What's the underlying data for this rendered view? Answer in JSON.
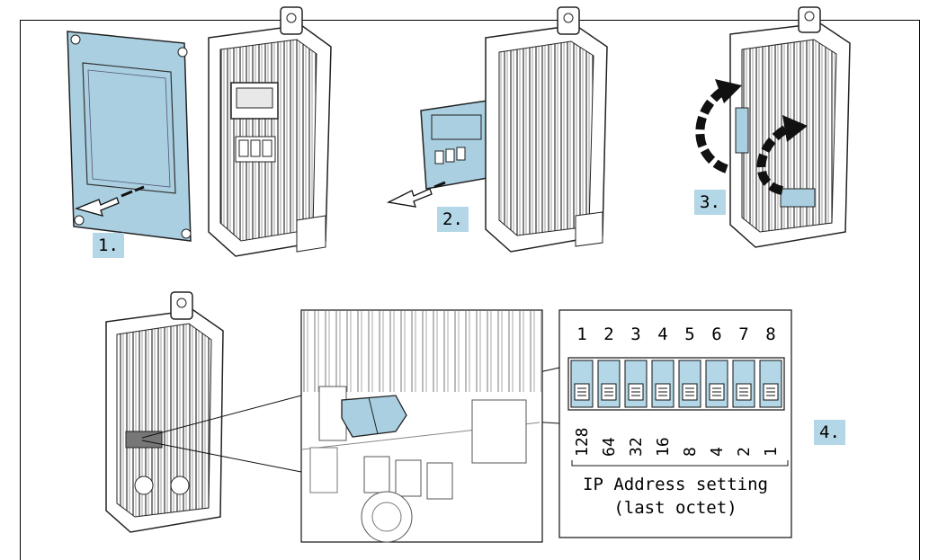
{
  "steps": {
    "s1": "1.",
    "s2": "2.",
    "s3": "3.",
    "s4": "4."
  },
  "dip_switch": {
    "positions": [
      "1",
      "2",
      "3",
      "4",
      "5",
      "6",
      "7",
      "8"
    ],
    "weights": [
      "128",
      "64",
      "32",
      "16",
      "8",
      "4",
      "2",
      "1"
    ],
    "caption_line1": "IP Address setting",
    "caption_line2": "(last octet)"
  },
  "colors": {
    "accent_blue": "#b3d7e6",
    "cover_blue": "#a9cfe0",
    "line": "#000000"
  }
}
